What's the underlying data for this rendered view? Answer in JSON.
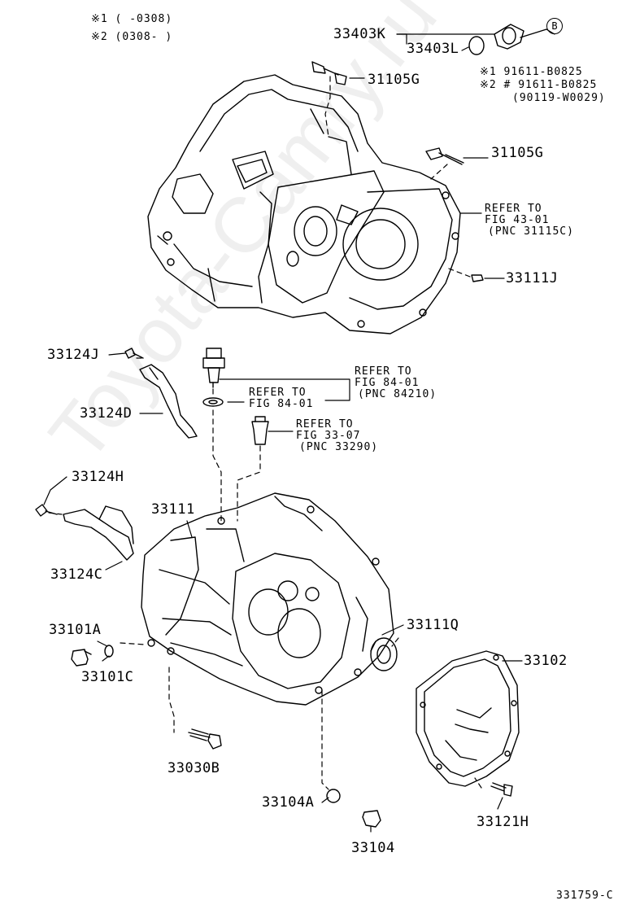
{
  "watermark": "Toyota-Camry.ru",
  "notes": {
    "note1": "※1 (     -0308)",
    "note2": "※2 (0308-      )"
  },
  "badge_b": "B",
  "labels": {
    "p33403K": "33403K",
    "p33403L": "33403L",
    "p31105G_a": "31105G",
    "p31105G_b": "31105G",
    "p91611_1": "※1   91611-B0825",
    "p91611_2": "※2 # 91611-B0825",
    "p90119": "(90119-W0029)",
    "p33111J": "33111J",
    "p33124J": "33124J",
    "p33124D": "33124D",
    "p33124H": "33124H",
    "p33124C": "33124C",
    "p33111": "33111",
    "p33101A": "33101A",
    "p33101C": "33101C",
    "p33111Q": "33111Q",
    "p33102": "33102",
    "p33030B": "33030B",
    "p33104A": "33104A",
    "p33121H": "33121H",
    "p33104": "33104"
  },
  "refs": {
    "fig43": [
      "REFER TO",
      "FIG 43-01",
      "(PNC 31115C)"
    ],
    "fig84a": [
      "REFER TO",
      "FIG 84-01",
      "(PNC 84210)"
    ],
    "fig84b": [
      "REFER TO",
      "FIG 84-01"
    ],
    "fig33": [
      "REFER TO",
      "FIG 33-07",
      "(PNC 33290)"
    ]
  },
  "figure_id": "331759-C"
}
